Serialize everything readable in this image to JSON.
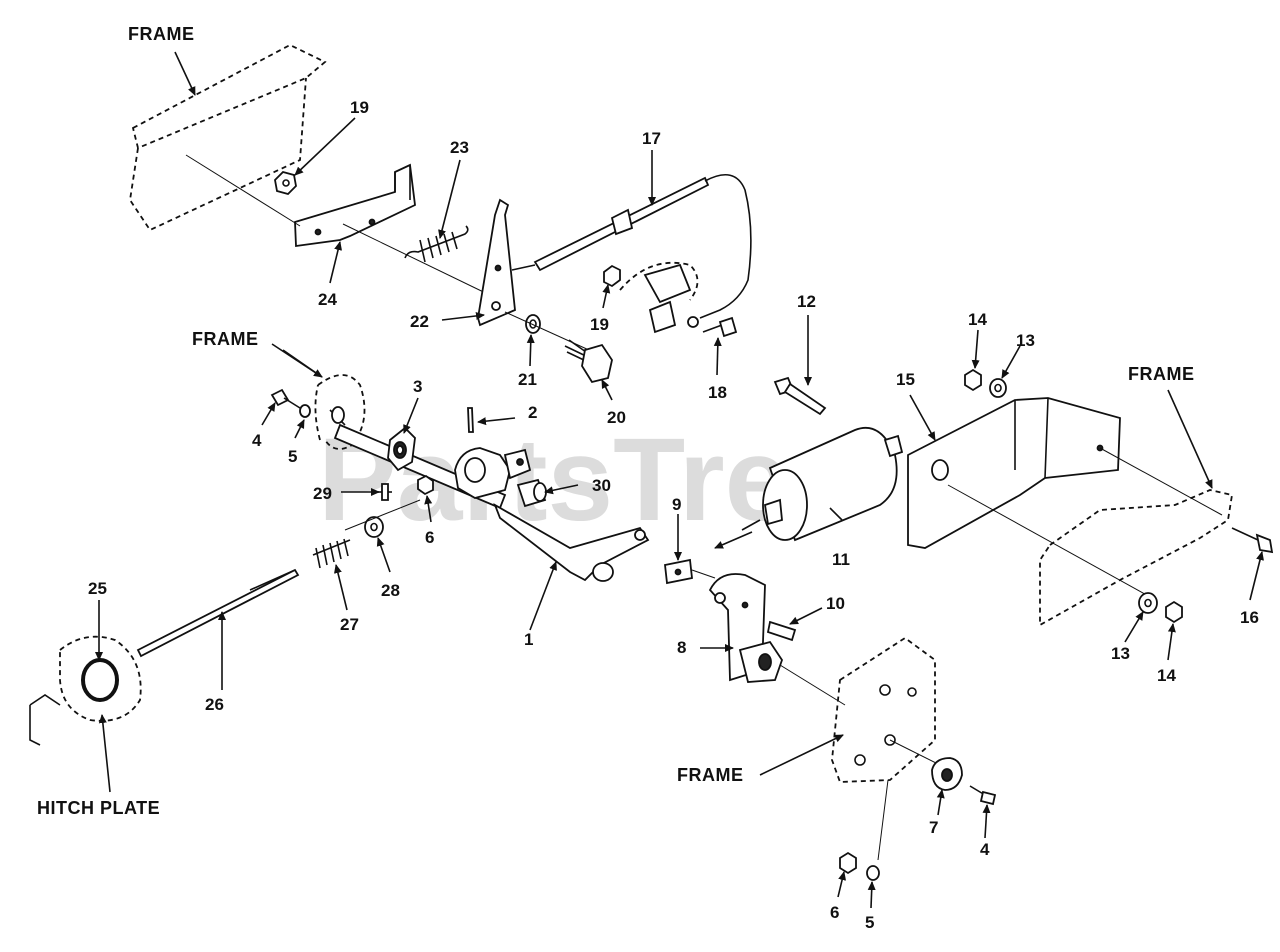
{
  "watermark": "PartsTree",
  "captions": {
    "frame": "FRAME",
    "hitch_plate": "HITCH PLATE"
  },
  "callouts": {
    "c1": "1",
    "c2": "2",
    "c3": "3",
    "c4a": "4",
    "c4b": "4",
    "c5a": "5",
    "c5b": "5",
    "c6a": "6",
    "c6b": "6",
    "c7": "7",
    "c8": "8",
    "c9": "9",
    "c10": "10",
    "c11": "11",
    "c12": "12",
    "c13a": "13",
    "c13b": "13",
    "c14a": "14",
    "c14b": "14",
    "c15": "15",
    "c16": "16",
    "c17": "17",
    "c18": "18",
    "c19a": "19",
    "c19b": "19",
    "c20": "20",
    "c21": "21",
    "c22": "22",
    "c23": "23",
    "c24": "24",
    "c25": "25",
    "c26": "26",
    "c27": "27",
    "c28": "28",
    "c29": "29",
    "c30": "30"
  }
}
